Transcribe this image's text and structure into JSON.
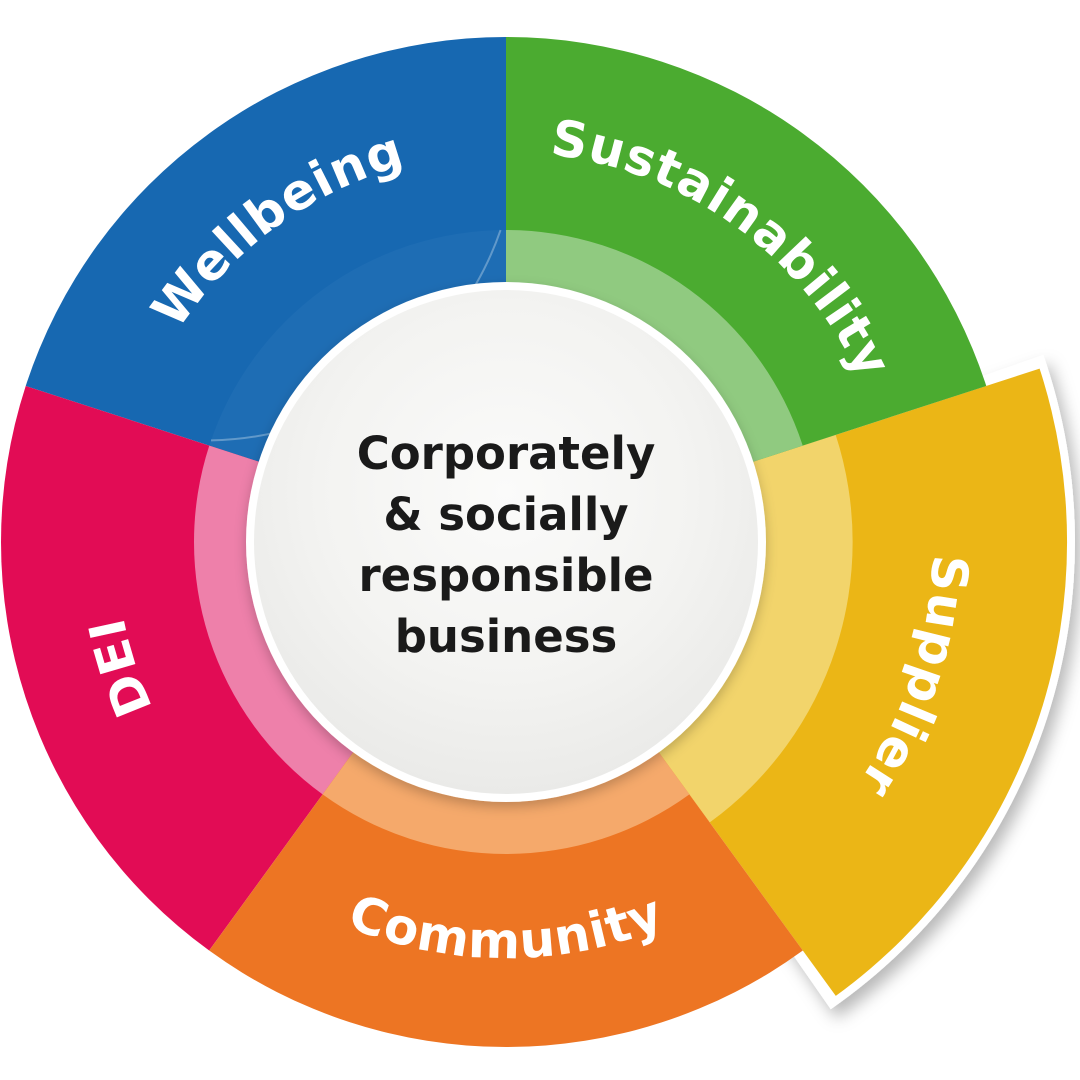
{
  "title": {
    "lines": [
      "Corporately",
      "& socially",
      "responsible",
      "business"
    ]
  },
  "segments": [
    {
      "id": "sustainability",
      "label": "Sustainability",
      "start": 18,
      "end": 90,
      "color": "#4BAB30",
      "light_color": "#90CA80",
      "text_style": "arc",
      "exploded": false
    },
    {
      "id": "wellbeing",
      "label": "Wellbeing",
      "start": 90,
      "end": 162,
      "color": "#1768B1",
      "light_color": "#1E6DB4",
      "text_style": "arc",
      "exploded": false
    },
    {
      "id": "dei",
      "label": "DEI",
      "start": 162,
      "end": 234,
      "color": "#E20C55",
      "light_color": "#EE80AA",
      "text_style": "arc",
      "exploded": false
    },
    {
      "id": "community",
      "label": "Community",
      "start": 234,
      "end": 306,
      "color": "#ED7523",
      "light_color": "#F5A96B",
      "text_style": "arc-flipped",
      "exploded": false
    },
    {
      "id": "supplier",
      "label": "Supplier",
      "start": 306,
      "end": 378,
      "color": "#EBB616",
      "light_color": "#F2D46B",
      "text_style": "arc",
      "exploded": true
    }
  ],
  "label_text_color": "#FFFFFF",
  "center_disc": {
    "fill": "#F3F3F1",
    "border_color": "#FFFFFF",
    "text_color": "#1A1A1A"
  },
  "background_color": "#FFFFFF"
}
